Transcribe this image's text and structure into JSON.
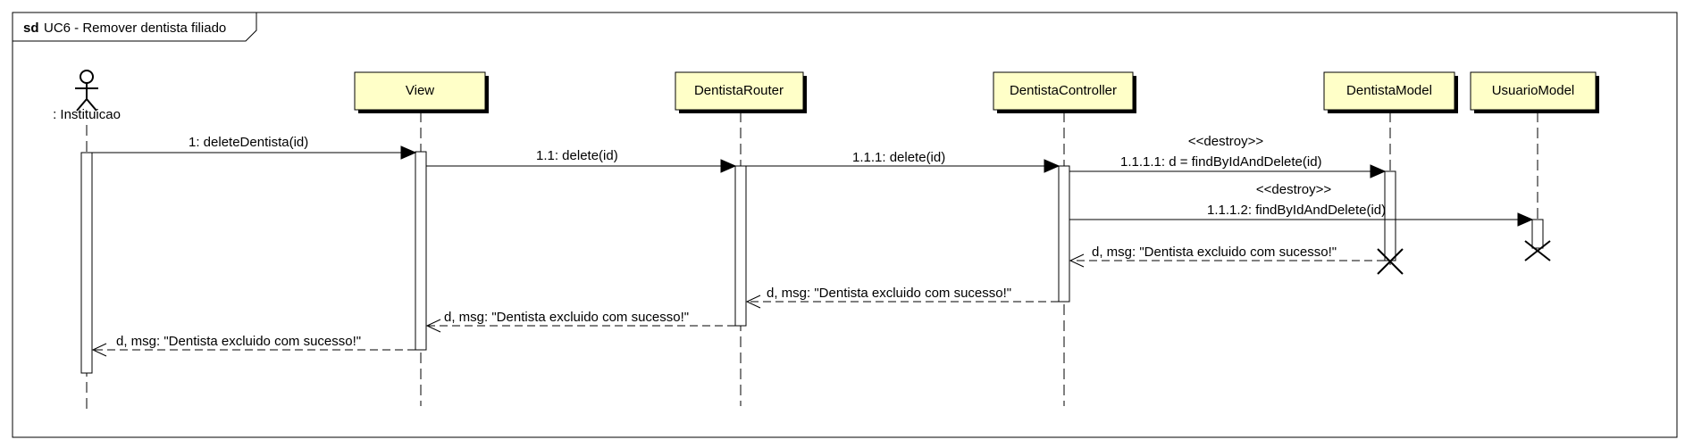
{
  "frame": {
    "keyword": "sd",
    "title": "UC6 - Remover dentista filiado"
  },
  "actor": {
    "name": ": Instituicao"
  },
  "lifelines": [
    {
      "id": "view",
      "name": "View"
    },
    {
      "id": "router",
      "name": "DentistaRouter"
    },
    {
      "id": "controller",
      "name": "DentistaController"
    },
    {
      "id": "dentistaModel",
      "name": "DentistaModel"
    },
    {
      "id": "usuarioModel",
      "name": "UsuarioModel"
    }
  ],
  "messages": [
    {
      "label": "1: deleteDentista(id)",
      "kind": "sync"
    },
    {
      "label": "1.1: delete(id)",
      "kind": "sync"
    },
    {
      "label": "1.1.1: delete(id)",
      "kind": "sync"
    },
    {
      "stereotype": "<<destroy>>",
      "label": "1.1.1.1: d = findByIdAndDelete(id)",
      "kind": "sync"
    },
    {
      "stereotype": "<<destroy>>",
      "label": "1.1.1.2: findByIdAndDelete(id)",
      "kind": "sync"
    },
    {
      "label": "d, msg: \"Dentista excluido com sucesso!\"",
      "kind": "return"
    },
    {
      "label": "d, msg: \"Dentista excluido com sucesso!\"",
      "kind": "return"
    },
    {
      "label": "d, msg: \"Dentista excluido com sucesso!\"",
      "kind": "return"
    },
    {
      "label": "d, msg: \"Dentista excluido com sucesso!\"",
      "kind": "return"
    }
  ]
}
